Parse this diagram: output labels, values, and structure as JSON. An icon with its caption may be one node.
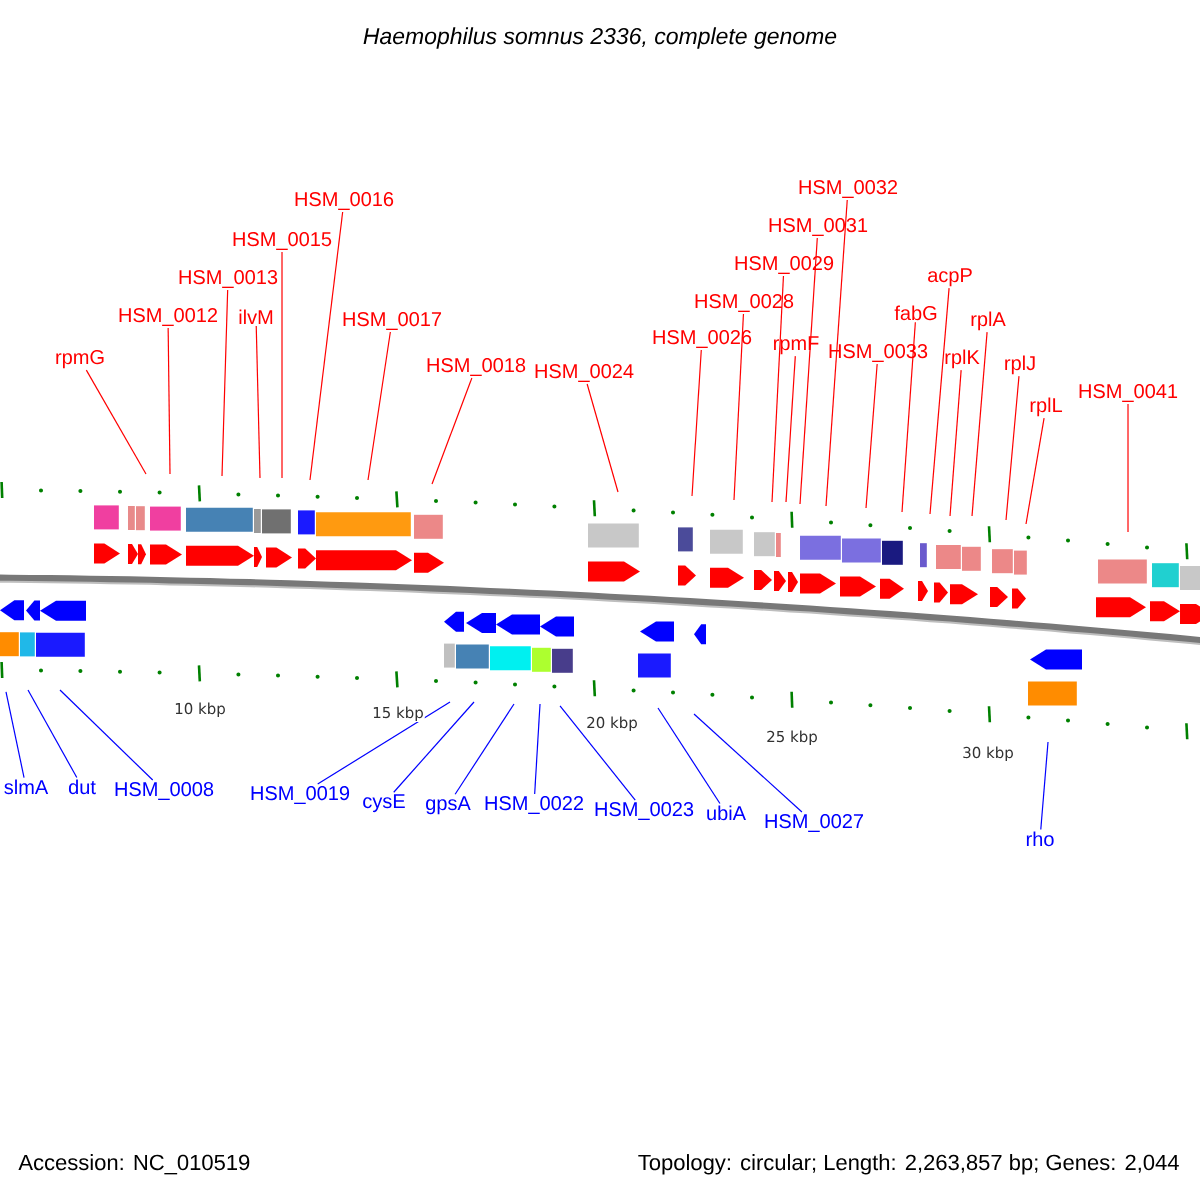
{
  "diagram": {
    "title": "Haemophilus somnus 2336, complete genome",
    "nodes": [
      {
        "text": [
          "rpmG"
        ]
      },
      {
        "text": [
          "HSM_0012"
        ]
      },
      {
        "text": [
          "HSM_0013"
        ]
      },
      {
        "text": [
          "ilvM"
        ]
      },
      {
        "text": [
          "HSM_0015"
        ]
      },
      {
        "text": [
          "HSM_0016"
        ]
      },
      {
        "text": [
          "HSM_0017"
        ]
      },
      {
        "text": [
          "HSM_0018"
        ]
      },
      {
        "text": [
          "HSM_0024"
        ]
      },
      {
        "text": [
          "HSM_0026"
        ]
      },
      {
        "text": [
          "HSM_0028"
        ]
      },
      {
        "text": [
          "HSM_0029"
        ]
      },
      {
        "text": [
          "rpmF"
        ]
      },
      {
        "text": [
          "HSM_0031"
        ]
      },
      {
        "text": [
          "HSM_0032"
        ]
      },
      {
        "text": [
          "HSM_0033"
        ]
      },
      {
        "text": [
          "fabG"
        ]
      },
      {
        "text": [
          "acpP"
        ]
      },
      {
        "text": [
          "rplK"
        ]
      },
      {
        "text": [
          "rplA"
        ]
      },
      {
        "text": [
          "rplJ"
        ]
      },
      {
        "text": [
          "rplL"
        ]
      },
      {
        "text": [
          "HSM_0041"
        ]
      },
      {
        "text": [
          "slmA"
        ]
      },
      {
        "text": [
          "dut"
        ]
      },
      {
        "text": [
          "HSM_0008"
        ]
      },
      {
        "text": [
          "HSM_0019"
        ]
      },
      {
        "text": [
          "cysE"
        ]
      },
      {
        "text": [
          "gpsA"
        ]
      },
      {
        "text": [
          "HSM_0022"
        ]
      },
      {
        "text": [
          "HSM_0023"
        ]
      },
      {
        "text": [
          "ubiA"
        ]
      },
      {
        "text": [
          "HSM_0027"
        ]
      },
      {
        "text": [
          "rho"
        ]
      }
    ],
    "edges": [
      {
        "from": 0,
        "to": null,
        "arrow": "none"
      },
      {
        "from": 1,
        "to": null,
        "arrow": "none"
      },
      {
        "from": 2,
        "to": null,
        "arrow": "none"
      },
      {
        "from": 3,
        "to": null,
        "arrow": "none"
      },
      {
        "from": 4,
        "to": null,
        "arrow": "none"
      },
      {
        "from": 5,
        "to": null,
        "arrow": "none"
      },
      {
        "from": 6,
        "to": null,
        "arrow": "none"
      },
      {
        "from": 7,
        "to": null,
        "arrow": "none"
      },
      {
        "from": 8,
        "to": null,
        "arrow": "none"
      },
      {
        "from": 9,
        "to": null,
        "arrow": "none"
      },
      {
        "from": 10,
        "to": null,
        "arrow": "none"
      },
      {
        "from": 11,
        "to": null,
        "arrow": "none"
      },
      {
        "from": 12,
        "to": null,
        "arrow": "none"
      },
      {
        "from": 13,
        "to": null,
        "arrow": "none"
      },
      {
        "from": 14,
        "to": null,
        "arrow": "none"
      },
      {
        "from": 15,
        "to": null,
        "arrow": "none"
      },
      {
        "from": 16,
        "to": null,
        "arrow": "none"
      },
      {
        "from": 17,
        "to": null,
        "arrow": "none"
      },
      {
        "from": 18,
        "to": null,
        "arrow": "none"
      },
      {
        "from": 19,
        "to": null,
        "arrow": "none"
      },
      {
        "from": 20,
        "to": null,
        "arrow": "none"
      },
      {
        "from": 21,
        "to": null,
        "arrow": "none"
      },
      {
        "from": 22,
        "to": null,
        "arrow": "none"
      },
      {
        "from": 23,
        "to": null,
        "arrow": "none",
        "color": "#0000ff"
      },
      {
        "from": 24,
        "to": null,
        "arrow": "none",
        "color": "#0000ff"
      },
      {
        "from": 25,
        "to": null,
        "arrow": "none",
        "color": "#0000ff"
      },
      {
        "from": 26,
        "to": null,
        "arrow": "none",
        "color": "#0000ff"
      },
      {
        "from": 27,
        "to": null,
        "arrow": "none",
        "color": "#0000ff"
      },
      {
        "from": 28,
        "to": null,
        "arrow": "none",
        "color": "#0000ff"
      },
      {
        "from": 29,
        "to": null,
        "arrow": "none",
        "color": "#0000ff"
      },
      {
        "from": 30,
        "to": null,
        "arrow": "none",
        "color": "#0000ff"
      },
      {
        "from": 31,
        "to": null,
        "arrow": "none",
        "color": "#0000ff"
      },
      {
        "from": 32,
        "to": null,
        "arrow": "none",
        "color": "#0000ff"
      },
      {
        "from": 33,
        "to": null,
        "arrow": "none",
        "color": "#0000ff"
      }
    ],
    "labels": [
      "10 kbp",
      "15 kbp",
      "20 kbp",
      "25 kbp",
      "30 kbp",
      "Accession: NC_010519",
      "Topology: circular; Length: 2,263,857 bp; Genes: 2,044"
    ]
  }
}
